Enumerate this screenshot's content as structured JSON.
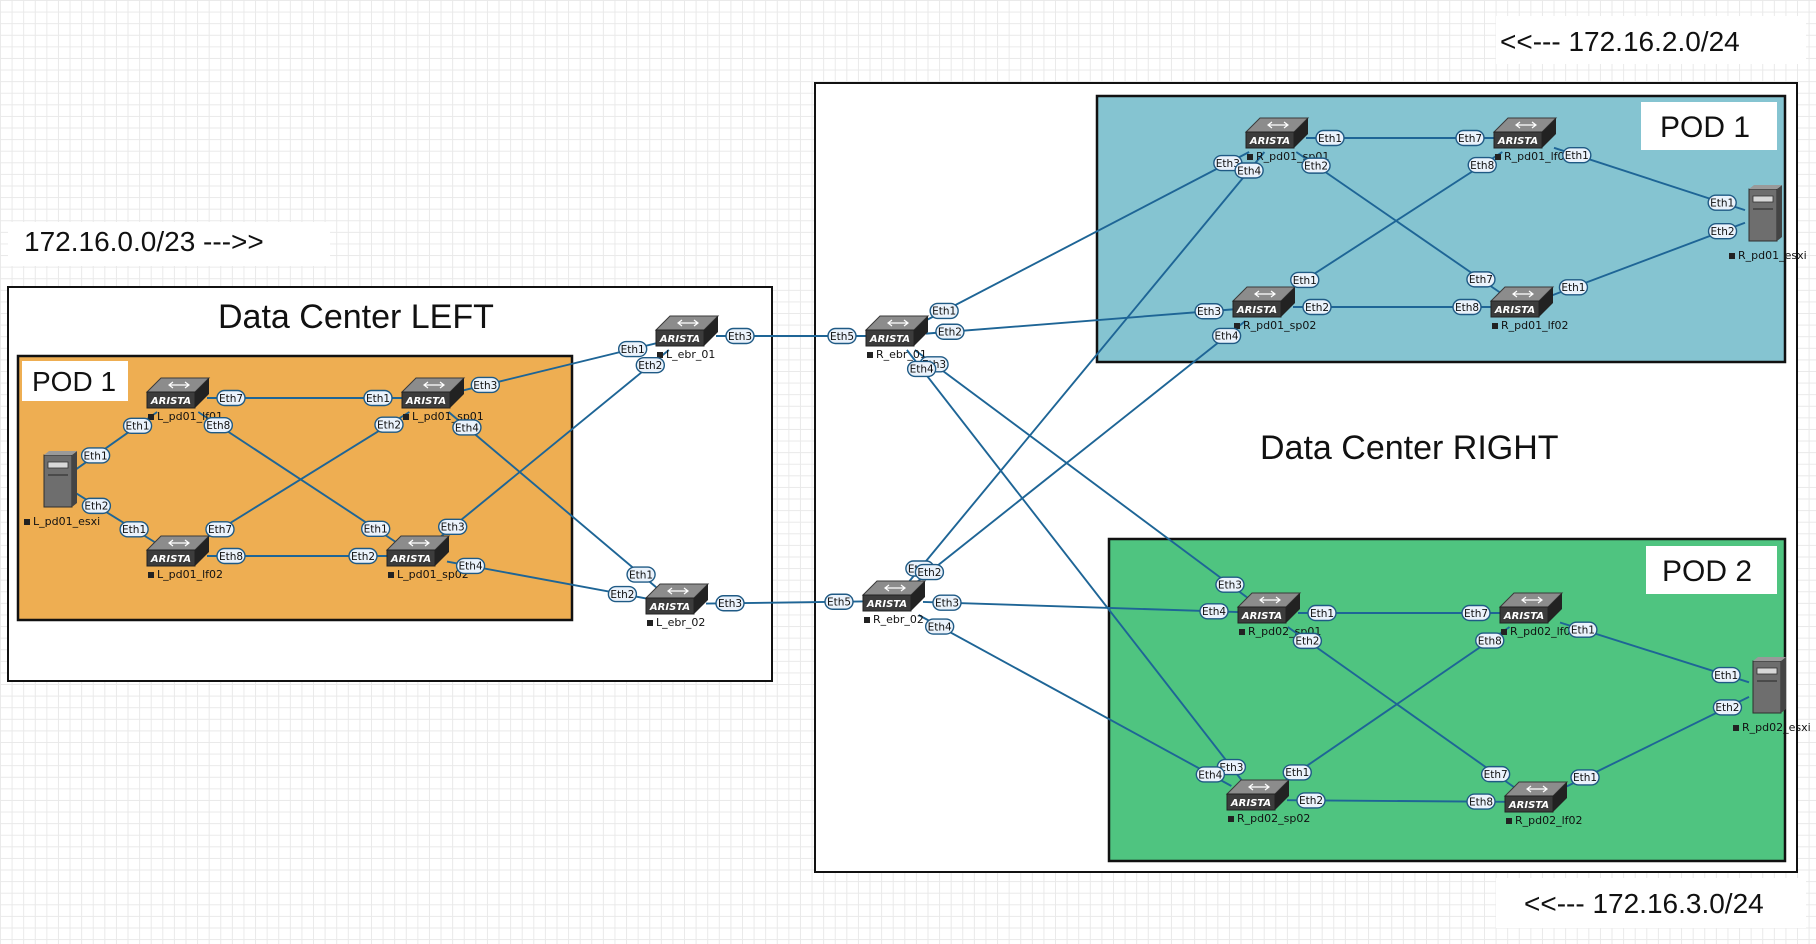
{
  "labels": {
    "subnet_left": "172.16.0.0/23 --->>",
    "subnet_top_right": "<<--- 172.16.2.0/24",
    "subnet_bottom_right": "<<--- 172.16.3.0/24",
    "dc_left": "Data Center LEFT",
    "dc_right": "Data Center RIGHT",
    "pod_left": "POD 1",
    "pod_right_1": "POD 1",
    "pod_right_2": "POD 2"
  },
  "vendor_badge": "ARISTA",
  "colors": {
    "pod_left_fill": "#eeae52",
    "pod_right_1_fill": "#85c4d1",
    "pod_right_2_fill": "#4fc480",
    "link": "#1e6596"
  },
  "nodes": [
    {
      "id": "L_pd01_lf01",
      "label": "L_pd01_lf01",
      "kind": "switch"
    },
    {
      "id": "L_pd01_lf02",
      "label": "L_pd01_lf02",
      "kind": "switch"
    },
    {
      "id": "L_pd01_sp01",
      "label": "L_pd01_sp01",
      "kind": "switch"
    },
    {
      "id": "L_pd01_sp02",
      "label": "L_pd01_sp02",
      "kind": "switch"
    },
    {
      "id": "L_ebr_01",
      "label": "L_ebr_01",
      "kind": "switch"
    },
    {
      "id": "L_ebr_02",
      "label": "L_ebr_02",
      "kind": "switch"
    },
    {
      "id": "L_pd01_esxi",
      "label": "L_pd01_esxi",
      "kind": "server"
    },
    {
      "id": "R_ebr_01",
      "label": "R_ebr_01",
      "kind": "switch"
    },
    {
      "id": "R_ebr_02",
      "label": "R_ebr_02",
      "kind": "switch"
    },
    {
      "id": "R_pd01_sp01",
      "label": "R_pd01_sp01",
      "kind": "switch"
    },
    {
      "id": "R_pd01_sp02",
      "label": "R_pd01_sp02",
      "kind": "switch"
    },
    {
      "id": "R_pd01_lf01",
      "label": "R_pd01_lf01",
      "kind": "switch"
    },
    {
      "id": "R_pd01_lf02",
      "label": "R_pd01_lf02",
      "kind": "switch"
    },
    {
      "id": "R_pd01_esxi",
      "label": "R_pd01_esxi",
      "kind": "server"
    },
    {
      "id": "R_pd02_sp01",
      "label": "R_pd02_sp01",
      "kind": "switch"
    },
    {
      "id": "R_pd02_sp02",
      "label": "R_pd02_sp02",
      "kind": "switch"
    },
    {
      "id": "R_pd02_lf01",
      "label": "R_pd02_lf01",
      "kind": "switch"
    },
    {
      "id": "R_pd02_lf02",
      "label": "R_pd02_lf02",
      "kind": "switch"
    },
    {
      "id": "R_pd02_esxi",
      "label": "R_pd02_esxi",
      "kind": "server"
    }
  ],
  "links": [
    {
      "a": "L_pd01_esxi",
      "a_port": "Eth1",
      "b": "L_pd01_lf01",
      "b_port": "Eth1"
    },
    {
      "a": "L_pd01_esxi",
      "a_port": "Eth2",
      "b": "L_pd01_lf02",
      "b_port": "Eth1"
    },
    {
      "a": "L_pd01_lf01",
      "a_port": "Eth7",
      "b": "L_pd01_sp01",
      "b_port": "Eth1"
    },
    {
      "a": "L_pd01_lf01",
      "a_port": "Eth8",
      "b": "L_pd01_sp02",
      "b_port": "Eth1"
    },
    {
      "a": "L_pd01_lf02",
      "a_port": "Eth7",
      "b": "L_pd01_sp01",
      "b_port": "Eth2"
    },
    {
      "a": "L_pd01_lf02",
      "a_port": "Eth8",
      "b": "L_pd01_sp02",
      "b_port": "Eth2"
    },
    {
      "a": "L_pd01_sp01",
      "a_port": "Eth3",
      "b": "L_ebr_01",
      "b_port": "Eth1"
    },
    {
      "a": "L_pd01_sp01",
      "a_port": "Eth4",
      "b": "L_ebr_02",
      "b_port": "Eth1"
    },
    {
      "a": "L_pd01_sp02",
      "a_port": "Eth3",
      "b": "L_ebr_01",
      "b_port": "Eth2"
    },
    {
      "a": "L_pd01_sp02",
      "a_port": "Eth4",
      "b": "L_ebr_02",
      "b_port": "Eth2"
    },
    {
      "a": "L_ebr_01",
      "a_port": "Eth3",
      "b": "R_ebr_01",
      "b_port": "Eth5"
    },
    {
      "a": "L_ebr_02",
      "a_port": "Eth3",
      "b": "R_ebr_02",
      "b_port": "Eth5"
    },
    {
      "a": "R_ebr_01",
      "a_port": "Eth1",
      "b": "R_pd01_sp01",
      "b_port": "Eth3"
    },
    {
      "a": "R_ebr_01",
      "a_port": "Eth2",
      "b": "R_pd01_sp02",
      "b_port": "Eth3"
    },
    {
      "a": "R_ebr_01",
      "a_port": "Eth3",
      "b": "R_pd02_sp01",
      "b_port": "Eth3"
    },
    {
      "a": "R_ebr_01",
      "a_port": "Eth4",
      "b": "R_pd02_sp02",
      "b_port": "Eth3"
    },
    {
      "a": "R_ebr_02",
      "a_port": "Eth1",
      "b": "R_pd01_sp01",
      "b_port": "Eth4"
    },
    {
      "a": "R_ebr_02",
      "a_port": "Eth2",
      "b": "R_pd01_sp02",
      "b_port": "Eth4"
    },
    {
      "a": "R_ebr_02",
      "a_port": "Eth3",
      "b": "R_pd02_sp01",
      "b_port": "Eth4"
    },
    {
      "a": "R_ebr_02",
      "a_port": "Eth4",
      "b": "R_pd02_sp02",
      "b_port": "Eth4"
    },
    {
      "a": "R_pd01_sp01",
      "a_port": "Eth1",
      "b": "R_pd01_lf01",
      "b_port": "Eth7"
    },
    {
      "a": "R_pd01_sp01",
      "a_port": "Eth2",
      "b": "R_pd01_lf02",
      "b_port": "Eth7"
    },
    {
      "a": "R_pd01_sp02",
      "a_port": "Eth1",
      "b": "R_pd01_lf01",
      "b_port": "Eth8"
    },
    {
      "a": "R_pd01_sp02",
      "a_port": "Eth2",
      "b": "R_pd01_lf02",
      "b_port": "Eth8"
    },
    {
      "a": "R_pd01_lf01",
      "a_port": "Eth1",
      "b": "R_pd01_esxi",
      "b_port": "Eth1"
    },
    {
      "a": "R_pd01_lf02",
      "a_port": "Eth1",
      "b": "R_pd01_esxi",
      "b_port": "Eth2"
    },
    {
      "a": "R_pd02_sp01",
      "a_port": "Eth1",
      "b": "R_pd02_lf01",
      "b_port": "Eth7"
    },
    {
      "a": "R_pd02_sp01",
      "a_port": "Eth2",
      "b": "R_pd02_lf02",
      "b_port": "Eth7"
    },
    {
      "a": "R_pd02_sp02",
      "a_port": "Eth1",
      "b": "R_pd02_lf01",
      "b_port": "Eth8"
    },
    {
      "a": "R_pd02_sp02",
      "a_port": "Eth2",
      "b": "R_pd02_lf02",
      "b_port": "Eth8"
    },
    {
      "a": "R_pd02_lf01",
      "a_port": "Eth1",
      "b": "R_pd02_esxi",
      "b_port": "Eth1"
    },
    {
      "a": "R_pd02_lf02",
      "a_port": "Eth1",
      "b": "R_pd02_esxi",
      "b_port": "Eth2"
    }
  ]
}
